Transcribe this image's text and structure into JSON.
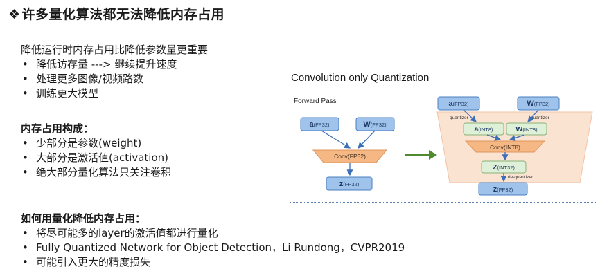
{
  "title": "许多量化算法都无法降低内存占用",
  "title_icon": "diamond-bullet-icon",
  "section1": {
    "heading": "降低运行时内存占用比降低参数量更重要",
    "items": [
      "降低访存量 --->   继续提升速度",
      "处理更多图像/视频路数",
      "训练更大模型"
    ]
  },
  "section2": {
    "heading": "内存占用构成：",
    "items": [
      "少部分是参数(weight)",
      "大部分是激活值(activation)",
      "绝大部分量化算法只关注卷积"
    ]
  },
  "section3": {
    "heading": "如何用量化降低内存占用：",
    "items": [
      "将尽可能多的layer的激活值都进行量化",
      "Fully Quantized Network for Object Detection，Li Rundong，CVPR2019",
      "可能引入更大的精度损失"
    ]
  },
  "figure": {
    "title": "Convolution only Quantization",
    "forward_pass": "Forward Pass",
    "left": {
      "a_main": "a",
      "a_sub": "(FP32)",
      "w_main": "W",
      "w_sub": "(FP32)",
      "conv": "Conv(FP32)",
      "z_main": "z",
      "z_sub": "(FP32)"
    },
    "right": {
      "a_main": "a",
      "a_sub": "(FP32)",
      "w_main": "W",
      "w_sub": "(FP32)",
      "quantizer_left": "quantizer",
      "quantizer_right": "quantizer",
      "aq_main": "a",
      "aq_sub": "(INT8)",
      "wq_main": "W",
      "wq_sub": "(INT8)",
      "conv": "Conv(INT8)",
      "zq_main": "Z",
      "zq_sub": "(INT32)",
      "dequantizer": "de-quantizer",
      "z_main": "z",
      "z_sub": "(FP32)"
    },
    "colors": {
      "blue_box": "#9fc3ea",
      "blue_border": "#4a7fc0",
      "orange": "#f5b784",
      "green_box": "#dff0d8",
      "peach_bg": "#fbe3d2",
      "arrow": "#4f8a2f"
    }
  }
}
